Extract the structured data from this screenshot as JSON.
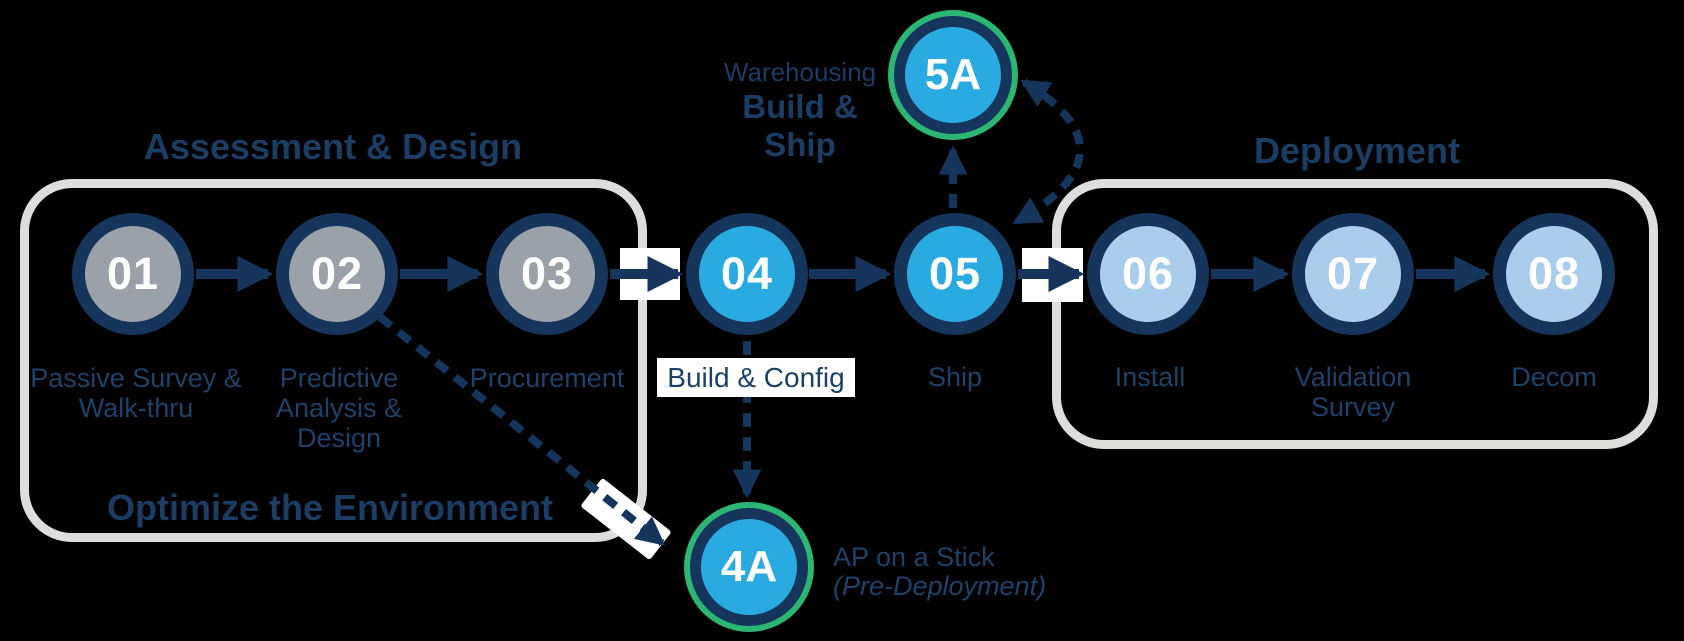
{
  "colors": {
    "background": "#000000",
    "navy": "#16355c",
    "text_navy": "#1e4268",
    "bright_blue": "#29abe2",
    "light_blue": "#a9cdeb",
    "gray": "#9aa1a9",
    "green_ring": "#2bb673",
    "box_border": "#dddddb",
    "white": "#ffffff"
  },
  "sections": [
    {
      "title": "Assessment & Design",
      "footer": "Optimize the Environment"
    },
    {
      "title": "Deployment"
    }
  ],
  "steps": [
    {
      "number": "01",
      "lines": [
        "Passive Survey &",
        "Walk-thru"
      ]
    },
    {
      "number": "02",
      "lines": [
        "Predictive",
        "Analysis &",
        "Design"
      ]
    },
    {
      "number": "03",
      "lines": [
        "Procurement"
      ]
    },
    {
      "number": "04",
      "boxed_label": "Build & Config"
    },
    {
      "number": "05",
      "lines": [
        "Ship"
      ]
    },
    {
      "number": "06",
      "lines": [
        "Install"
      ]
    },
    {
      "number": "07",
      "lines": [
        "Validation",
        "Survey"
      ]
    },
    {
      "number": "08",
      "lines": [
        "Decom"
      ]
    }
  ],
  "alt_steps": [
    {
      "number": "5A",
      "caption_lines": [
        "Warehousing",
        "Build &",
        "Ship"
      ]
    },
    {
      "number": "4A",
      "caption_lines": [
        "AP on a Stick",
        "(Pre-Deployment)"
      ]
    }
  ]
}
